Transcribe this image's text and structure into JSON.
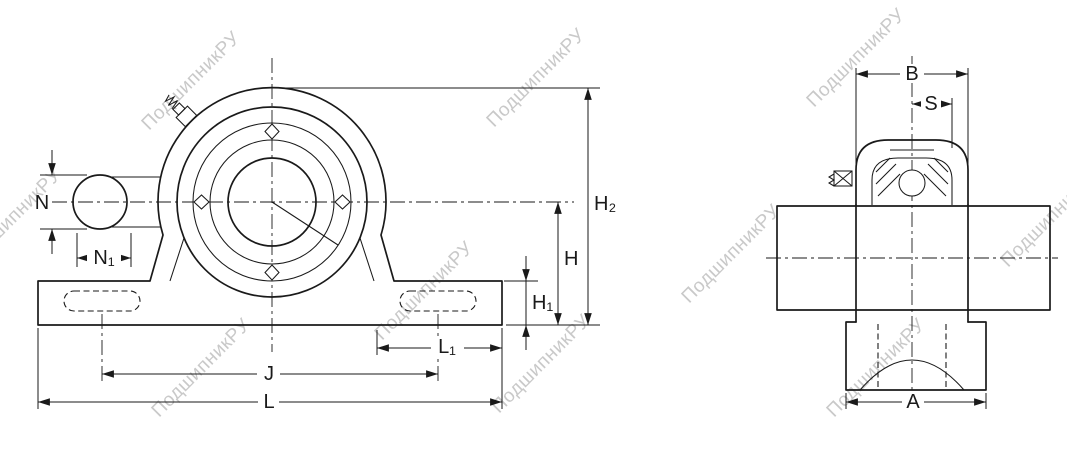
{
  "drawing": {
    "watermark": "ПодшипникРУ",
    "labels": {
      "N": "N",
      "N1": "N₁",
      "J": "J",
      "L": "L",
      "L1": "L₁",
      "H": "H",
      "H1": "H₁",
      "H2": "H₂",
      "B": "B",
      "S": "S",
      "A": "A"
    },
    "colors": {
      "line": "#1a1a1a",
      "watermark": "#c9c9c9",
      "background": "#ffffff"
    }
  }
}
